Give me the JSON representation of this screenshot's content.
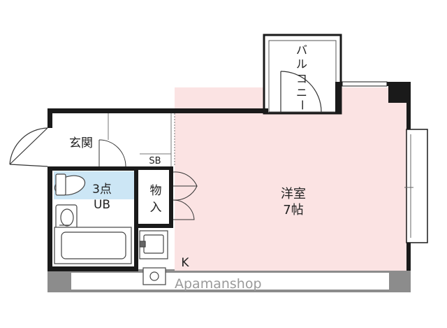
{
  "rooms": {
    "western_room": {
      "line1": "洋室",
      "line2": "7帖"
    },
    "entrance": {
      "label": "玄関"
    },
    "unit_bath": {
      "line1": "3点",
      "line2": "UB"
    },
    "closet": {
      "line1": "物",
      "line2": "入"
    },
    "shoe_box": {
      "label": "SB"
    },
    "kitchen": {
      "label": "K"
    },
    "balcony": {
      "chars": [
        "バ",
        "ル",
        "コ",
        "ニ",
        "ー"
      ]
    }
  },
  "watermark": {
    "text": "Apamanshop"
  },
  "colors": {
    "wall": "#1a1a1a",
    "western_room_fill": "#fbe3e3",
    "bath_fill": "#cce6f5",
    "balcony_floor": "#ffffff",
    "outer_shadow": "#8c8c8c",
    "fixture_line": "#666666"
  }
}
